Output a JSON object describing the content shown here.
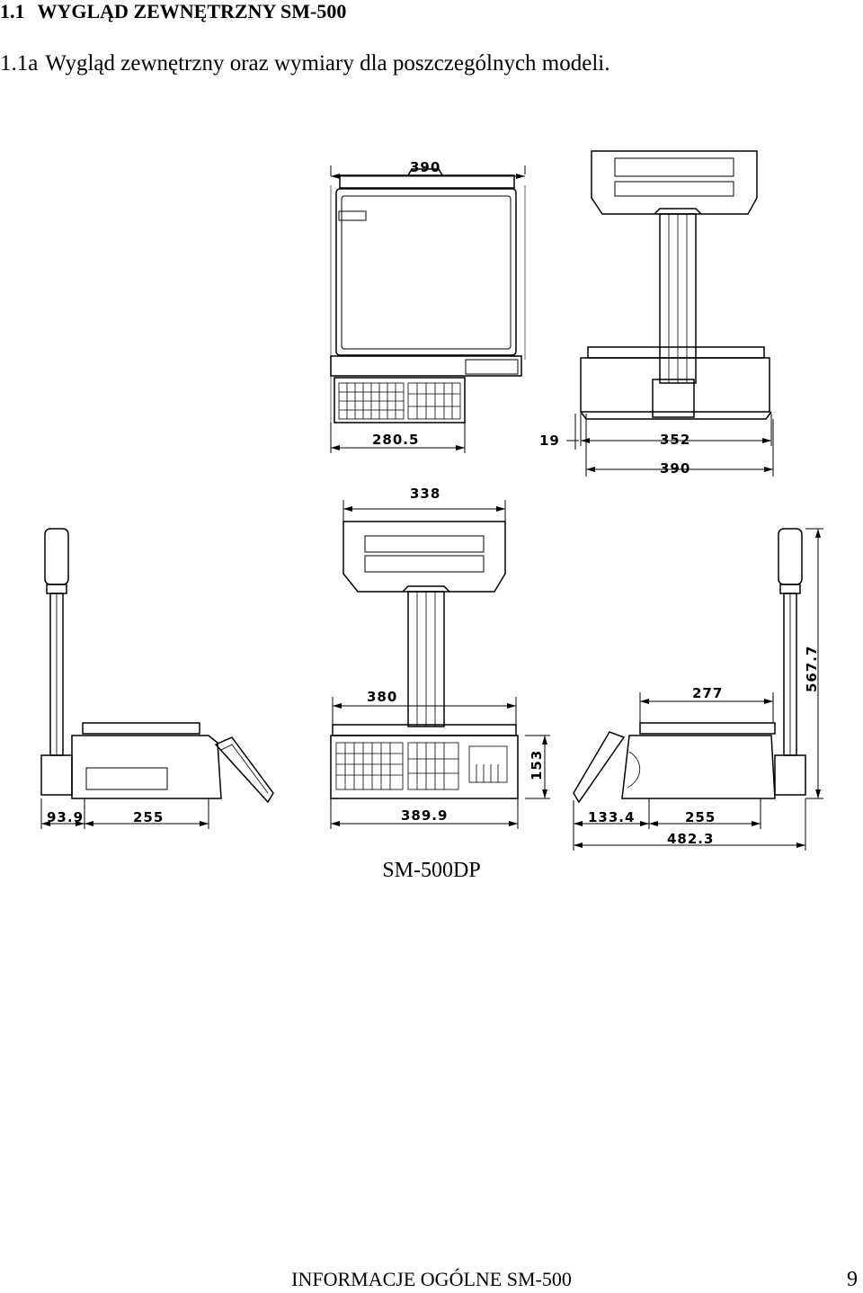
{
  "section": {
    "number": "1.1",
    "title": "WYGLĄD ZEWNĘTRZNY SM-500"
  },
  "subsection": {
    "number": "1.1a",
    "title": "Wygląd zewnętrzny oraz wymiary dla poszczególnych modeli."
  },
  "drawing": {
    "dimensions": {
      "top_width": "390",
      "top_keypad_width": "280.5",
      "rear_offset": "19",
      "rear_inner": "352",
      "rear_width": "390",
      "display_width": "338",
      "front_platter": "380",
      "front_width": "389.9",
      "front_height": "153",
      "left_offset": "93.9",
      "left_base": "255",
      "right_platter": "277",
      "right_offset": "133.4",
      "right_base": "255",
      "right_total": "482.3",
      "total_height": "567.7"
    }
  },
  "model_label": "SM-500DP",
  "footer": {
    "text": "INFORMACJE OGÓLNE SM-500",
    "page": "9"
  }
}
